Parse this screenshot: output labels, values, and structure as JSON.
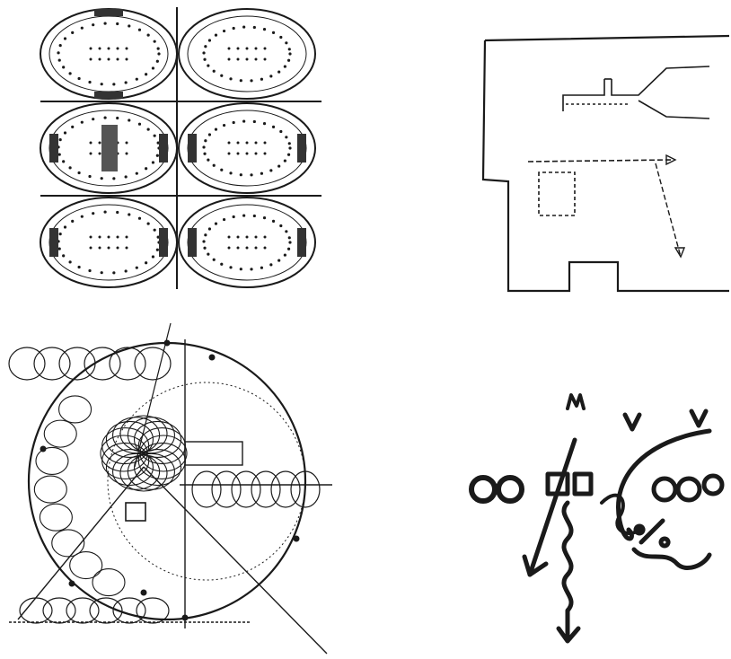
{
  "page": {
    "background": "#ffffff",
    "ink": "#1a1a1a"
  },
  "panels": [
    {
      "key": "stadium-formations",
      "kind": "diagram"
    },
    {
      "key": "floor-plan-movement",
      "kind": "diagram"
    },
    {
      "key": "circular-trajectory-score",
      "kind": "diagram"
    },
    {
      "key": "handwritten-gesture-notation",
      "kind": "diagram"
    }
  ]
}
